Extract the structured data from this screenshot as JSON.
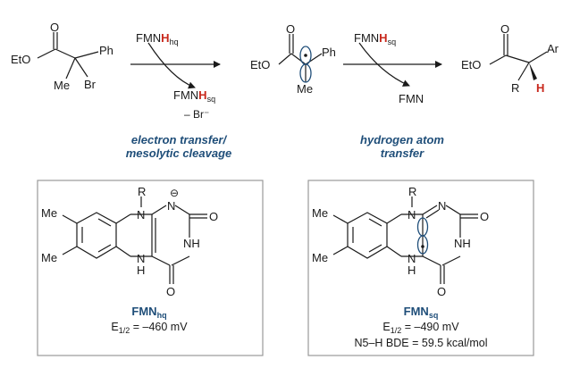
{
  "reaction": {
    "reagent1_top": {
      "prefix": "FMN",
      "h": "H",
      "sub": "hq"
    },
    "reagent1_bottom": {
      "prefix": "FMN",
      "h": "H",
      "sub": "sq"
    },
    "reagent1_byproduct": "– Br⁻",
    "reagent2_top": {
      "prefix": "FMN",
      "h": "H",
      "sub": "sq"
    },
    "reagent2_bottom": "FMN",
    "caption1_line1": "electron transfer/",
    "caption1_line2": "mesolytic cleavage",
    "caption2_line1": "hydrogen atom",
    "caption2_line2": "transfer",
    "mol1": {
      "ester": "EtO",
      "o": "O",
      "ph": "Ph",
      "me": "Me",
      "br": "Br"
    },
    "mol2": {
      "ester": "EtO",
      "o": "O",
      "ph": "Ph",
      "me": "Me"
    },
    "mol3": {
      "ester": "EtO",
      "o": "O",
      "ar": "Ar",
      "r": "R",
      "h": "H"
    }
  },
  "boxes": {
    "left": {
      "name": "FMN",
      "sub": "hq",
      "prop1_pre": "E",
      "prop1_sub": "1/2",
      "prop1_post": " = –460 mV",
      "atoms": {
        "r": "R",
        "n1": "N",
        "n2": "N",
        "o1": "O",
        "nh": "NH",
        "o2": "O",
        "h": "H",
        "n3": "N",
        "me1": "Me",
        "me2": "Me",
        "charge": "⊖"
      }
    },
    "right": {
      "name": "FMN",
      "sub": "sq",
      "prop1_pre": "E",
      "prop1_sub": "1/2",
      "prop1_post": " = –490 mV",
      "prop2": "N5–H BDE = 59.5 kcal/mol",
      "atoms": {
        "r": "R",
        "n1": "N",
        "n2": "N",
        "o1": "O",
        "nh": "NH",
        "o2": "O",
        "h": "H",
        "n3": "N",
        "me1": "Me",
        "me2": "Me"
      }
    }
  },
  "colors": {
    "accent": "#1f4e79",
    "highlight": "#c8291d",
    "box_border": "#9a9a9a",
    "orbital": "#1f4e79"
  }
}
